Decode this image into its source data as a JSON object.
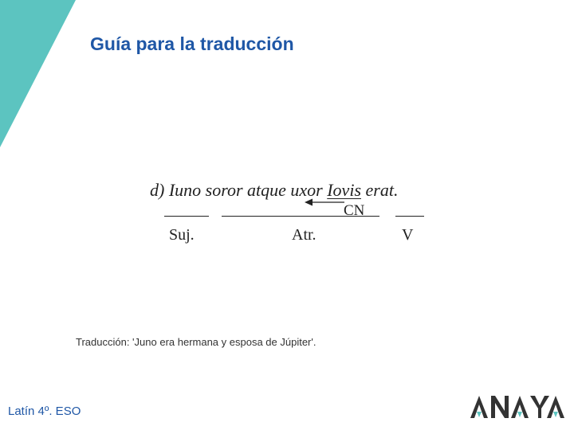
{
  "slide": {
    "title": "Guía para la traducción",
    "accent_color": "#5cc4c0",
    "title_color": "#1f57a6"
  },
  "example": {
    "sentence_pre": "d) Iuno soror atque uxor ",
    "genitive_word": "Iovis",
    "sentence_post": " erat.",
    "cn_label": "CN",
    "roles": {
      "subject": "Suj.",
      "attribute": "Atr.",
      "verb": "V"
    }
  },
  "translation": "Traducción: 'Juno era hermana y esposa de Júpiter'.",
  "footer": {
    "course": "Latín 4º. ESO",
    "logo_text": "ANAYA",
    "logo_color": "#333333",
    "logo_accent_color": "#5cc4c0"
  }
}
